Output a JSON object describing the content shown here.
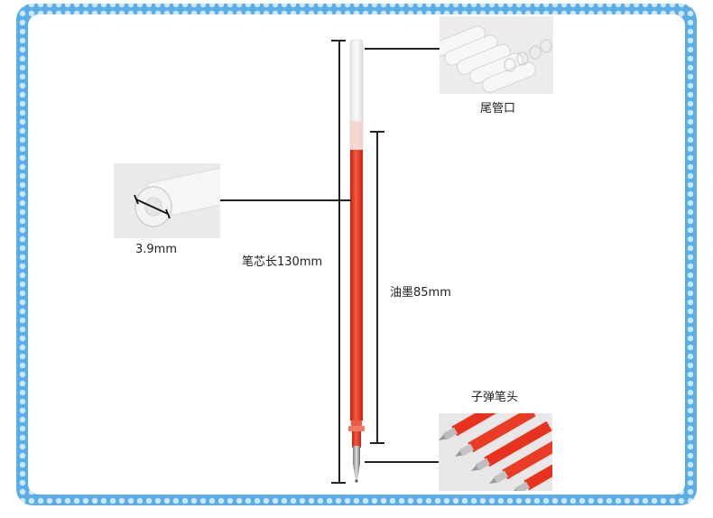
{
  "frame_colors": {
    "border": "#5aaee8",
    "dots": "#cfe6f8",
    "inner": "#ffffff"
  },
  "refill_colors": {
    "ink": "#e8321e",
    "tube": "#f3f3f3",
    "tip": "#b8b8b8"
  },
  "labels": {
    "tail_opening": "尾管口",
    "diameter": "3.9mm",
    "refill_length": "笔芯长130mm",
    "ink_length": "油墨85mm",
    "bullet_tip": "子弹笔头"
  }
}
